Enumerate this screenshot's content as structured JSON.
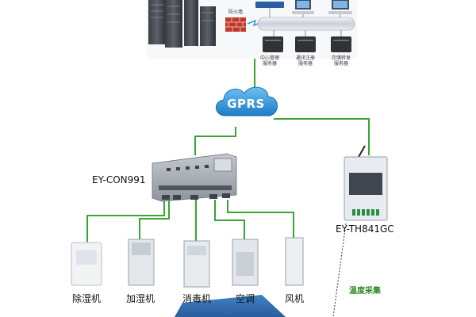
{
  "top": {
    "firewall_label": "防火墙",
    "servers": [
      {
        "line1": "中心管理",
        "line2": "服务器"
      },
      {
        "line1": "通讯注册",
        "line2": "服务器"
      },
      {
        "line1": "存储转发",
        "line2": "服务器"
      }
    ]
  },
  "network": {
    "cloud_label": "GPRS"
  },
  "controller": {
    "model": "EY-CON991"
  },
  "sensor": {
    "model": "EY-TH841GC",
    "caption": "温度采集"
  },
  "devices": [
    {
      "label": "除湿机"
    },
    {
      "label": "加湿机"
    },
    {
      "label": "消毒机"
    },
    {
      "label": "空调"
    },
    {
      "label": "风机"
    }
  ],
  "colors": {
    "line": "#3aa335",
    "cloud": "#3a97d6",
    "caption": "#2c8a24"
  }
}
